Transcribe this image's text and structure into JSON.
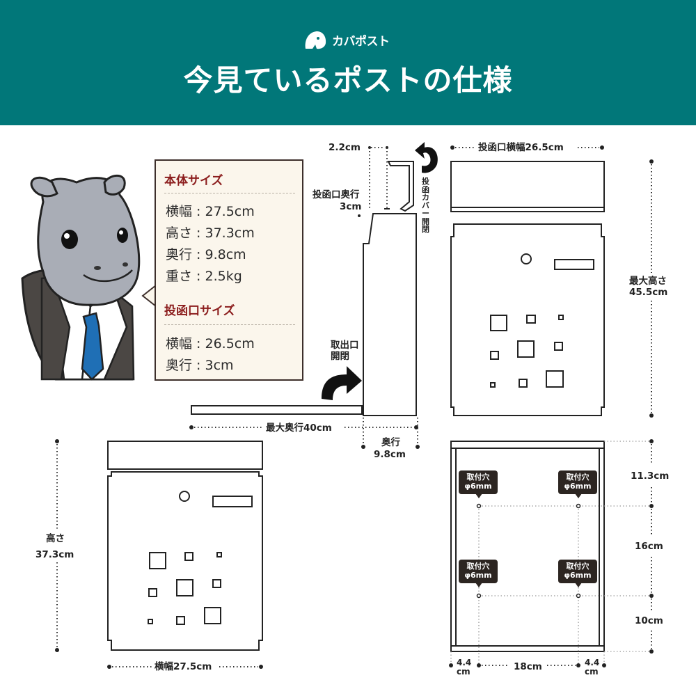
{
  "header": {
    "brand_name": "カバポスト",
    "brand_icon": "hippo-logo-icon",
    "title": "今見ているポストの仕様",
    "background_color": "#017779"
  },
  "spec_card": {
    "body_section_title": "本体サイズ",
    "body_rows": [
      {
        "label": "横幅",
        "value": "27.5cm"
      },
      {
        "label": "高さ",
        "value": "37.3cm"
      },
      {
        "label": "奥行",
        "value": "9.8cm"
      },
      {
        "label": "重さ",
        "value": "2.5kg"
      }
    ],
    "slot_section_title": "投函口サイズ",
    "slot_rows": [
      {
        "label": "横幅",
        "value": "26.5cm"
      },
      {
        "label": "奥行",
        "value": "3cm"
      }
    ],
    "accent_color": "#8b1c1c"
  },
  "side_view": {
    "lid_thickness": "2.2cm",
    "slot_depth_label": "投函口奥行",
    "slot_depth_value": "3cm",
    "cover_open_label": "投函カバー開閉",
    "outlet_label_1": "取出口",
    "outlet_label_2": "開閉",
    "max_depth": "最大奥行40cm",
    "depth_label": "奥行",
    "depth_value": "9.8cm"
  },
  "front_view": {
    "slot_width": "投函口横幅26.5cm",
    "max_height_label": "最大高さ",
    "max_height_value": "45.5cm"
  },
  "body_view": {
    "height_label": "高さ",
    "height_value": "37.3cm",
    "width": "横幅27.5cm"
  },
  "back_view": {
    "hole_label": "取付穴",
    "hole_size": "φ6mm",
    "top_gap": "11.3cm",
    "middle_gap": "16cm",
    "bottom_gap": "10cm",
    "left_margin_1": "4.4",
    "left_margin_2": "cm",
    "center_width": "18cm",
    "right_margin_1": "4.4",
    "right_margin_2": "cm"
  },
  "mascot": {
    "icon": "hippo-mascot-icon",
    "tie_color": "#1f6fb5"
  }
}
